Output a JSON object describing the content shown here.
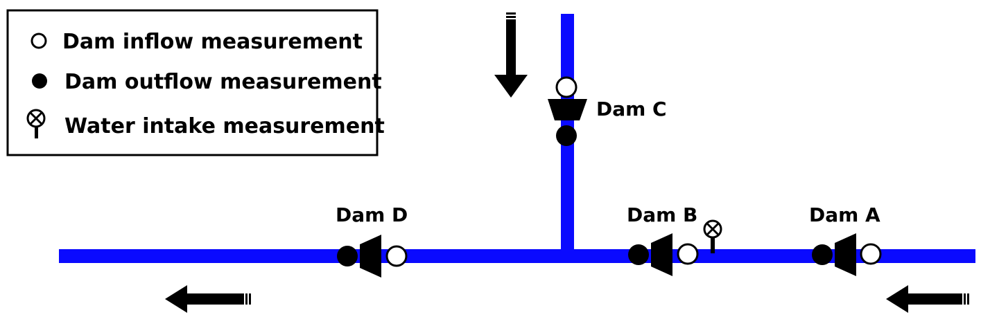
{
  "legend": {
    "items": [
      {
        "symbol": "open-circle-icon",
        "label": "Dam inflow measurement"
      },
      {
        "symbol": "filled-circle-icon",
        "label": "Dam outflow measurement"
      },
      {
        "symbol": "intake-meter-icon",
        "label": "Water intake measurement"
      }
    ]
  },
  "dams": {
    "a": {
      "label": "Dam A"
    },
    "b": {
      "label": "Dam B"
    },
    "c": {
      "label": "Dam C"
    },
    "d": {
      "label": "Dam D"
    }
  },
  "colors": {
    "river": "#0a0aff",
    "ink": "#000000",
    "background": "#ffffff"
  },
  "icons": {
    "flow_arrow": "flow-arrow-icon",
    "dam": "dam-icon"
  }
}
